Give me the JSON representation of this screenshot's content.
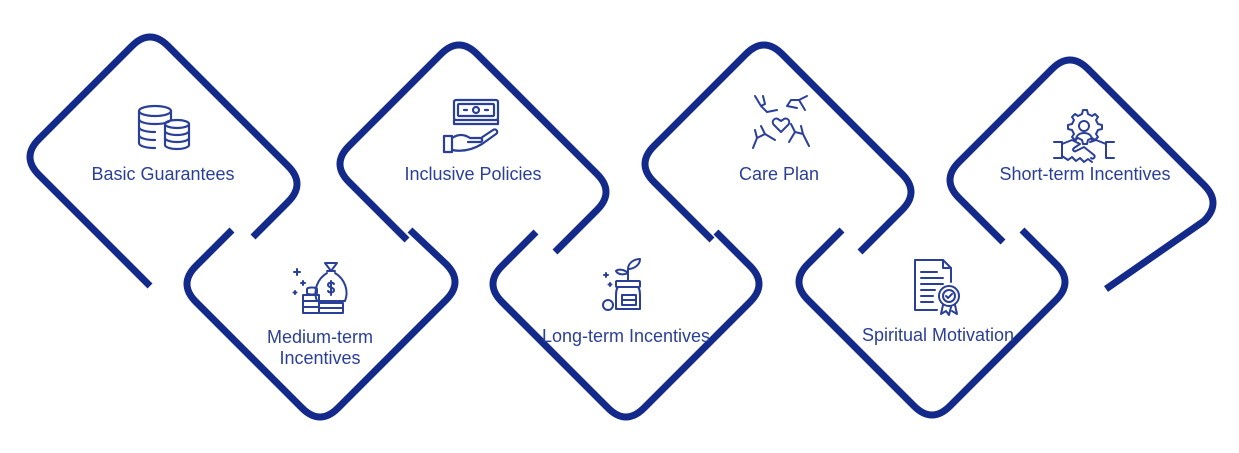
{
  "colors": {
    "frame": "#132a8a",
    "icon": "#2a3f97",
    "text": "#2a3f97",
    "background": "#ffffff"
  },
  "items": [
    {
      "label": "Basic Guarantees",
      "icon": "database-coins-icon"
    },
    {
      "label": "Inclusive Policies",
      "icon": "money-hand-icon"
    },
    {
      "label": "Care Plan",
      "icon": "hands-heart-icon"
    },
    {
      "label": "Short-term Incentives",
      "icon": "handshake-gear-icon"
    },
    {
      "label": "Medium-term Incentives",
      "icon": "money-bag-coins-icon"
    },
    {
      "label": "Long-term Incentives",
      "icon": "growth-jar-icon"
    },
    {
      "label": "Spiritual Motivation",
      "icon": "certificate-icon"
    }
  ]
}
